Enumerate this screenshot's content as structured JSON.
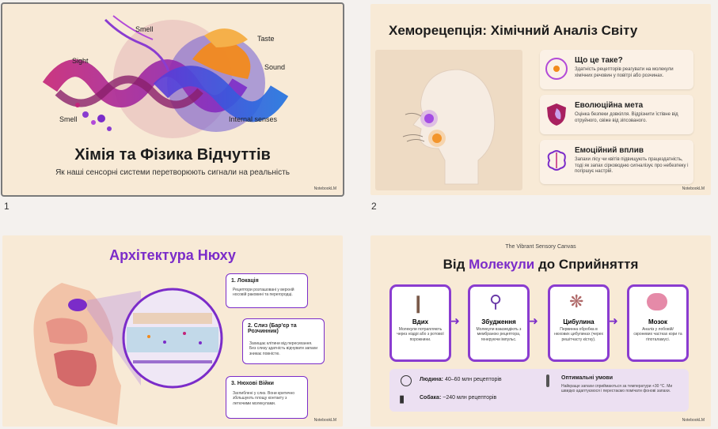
{
  "slides": [
    {
      "number": "1",
      "title": "Хімія та Фізика Відчуттів",
      "subtitle": "Як наші сенсорні системи перетворюють сигнали на реальність",
      "labels": {
        "smell_top": "Smell",
        "sight": "Sight",
        "taste": "Taste",
        "sound": "Sound",
        "smell_bottom": "Smell",
        "internal": "Internal senses"
      },
      "brand": "NotebookLM"
    },
    {
      "number": "2",
      "title": "Хеморецепція: Хімічний Аналіз Світу",
      "cards": [
        {
          "title": "Що це таке?",
          "body": "Здатність рецепторів реагувати на молекули хімічних речовин у повітрі або розчинах."
        },
        {
          "title": "Еволюційна мета",
          "body": "Оцінка безпеки довкілля. Відрізнити їстівне від отруйного, свіже від зіпсованого."
        },
        {
          "title": "Емоційний вплив",
          "body": "Запахи лісу чи квітів підвищують працездатність, тоді як запах сірководню сигналізує про небезпеку і погіршує настрій."
        }
      ],
      "brand": "NotebookLM"
    },
    {
      "number": "",
      "title": "Архітектура Нюху",
      "callouts": [
        {
          "title": "1. Локація",
          "body": "Рецептори розташовані у верхній носовій раковині та перегородці."
        },
        {
          "title": "2. Слиз (Бар'єр та Розчинник)",
          "body": "Захищає клітини від пересихання. Без слизу здатність відчувати запахи зникає повністю."
        },
        {
          "title": "3. Нюхові Війки",
          "body": "Заглиблені у слиз. Вони критично збільшують площу контакту з летючими молекулами."
        }
      ],
      "brand": "NotebookLM"
    },
    {
      "number": "",
      "kicker": "The Vibrant Sensory Canvas",
      "title_pre": "Від ",
      "title_accent": "Молекули",
      "title_post": " до Сприйняття",
      "steps": [
        {
          "title": "Вдих",
          "body": "Молекули потрапляють через ніздрі або з ротової порожнини."
        },
        {
          "title": "Збудження",
          "body": "Молекули взаємодіють з мембраною рецептора, генеруючи імпульс."
        },
        {
          "title": "Цибулина",
          "body": "Первинна обробка в нюхових цибулинах (черех решітчасту кістку)."
        },
        {
          "title": "Мозок",
          "body": "Аналіз у лобовій/скроневих частках кори та гіпоталамусі."
        }
      ],
      "stats": {
        "human_label": "Людина:",
        "human_value": " 40–60 млн рецепторів",
        "dog_label": "Собака:",
        "dog_value": " ~240 млн рецепторів"
      },
      "optimal": {
        "title": "Оптимальні умови",
        "body": "Найкраще запахи сприймаються за температури +30 °C. Ми швидко адаптуємося і перестаємо помічати фонові запахи."
      },
      "brand": "NotebookLM"
    }
  ],
  "colors": {
    "accent_purple": "#7b2cc9",
    "slide_bg": "#f8ead6",
    "card_bg": "#fbf1e6",
    "orange": "#f28a1c",
    "magenta": "#c3247a"
  }
}
